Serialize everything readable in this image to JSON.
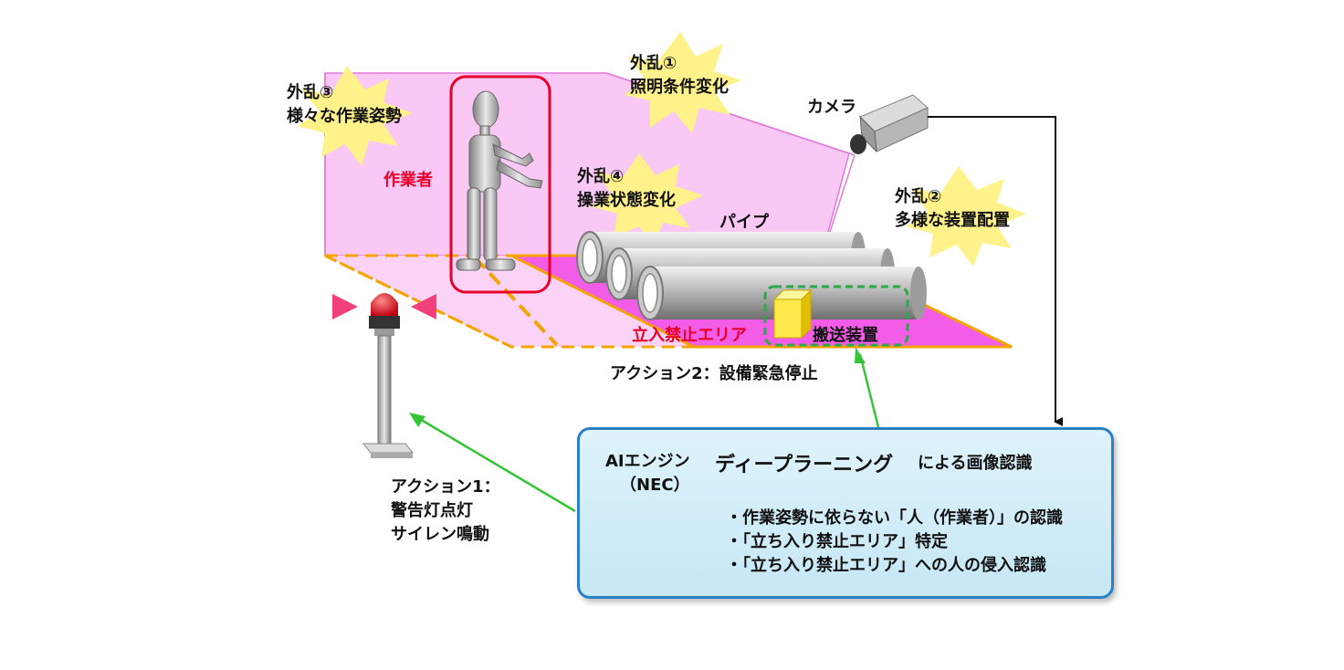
{
  "labels": {
    "disturbance1_title": "外乱①",
    "disturbance1_desc": "照明条件変化",
    "disturbance2_title": "外乱②",
    "disturbance2_desc": "多様な装置配置",
    "disturbance3_title": "外乱③",
    "disturbance3_desc": "様々な作業姿勢",
    "disturbance4_title": "外乱④",
    "disturbance4_desc": "操業状態変化",
    "camera": "カメラ",
    "worker": "作業者",
    "pipe": "パイプ",
    "no_entry_area": "立入禁止エリア",
    "transport_device": "搬送装置",
    "action2": "アクション2：設備緊急停止",
    "action1_title": "アクション1：",
    "action1_line2": "警告灯点灯",
    "action1_line3": "サイレン鳴動"
  },
  "ai_box": {
    "engine": "AIエンジン",
    "vendor": "（NEC）",
    "method": "ディープラーニング",
    "method_suffix": "による画像認識",
    "bullets": [
      "・作業姿勢に依らない「人（作業者）」の認識",
      "・「立ち入り禁止エリア」特定",
      "・「立ち入り禁止エリア」への人の侵入認識"
    ]
  },
  "colors": {
    "zone_fill": "#f9c8f5",
    "floor_magenta": "#f25ce6",
    "orange_border": "#f5a300",
    "red_highlight": "#e8002a",
    "green_arrow": "#35c435",
    "ai_border": "#2b7fc4",
    "starburst": "#fff28a"
  }
}
